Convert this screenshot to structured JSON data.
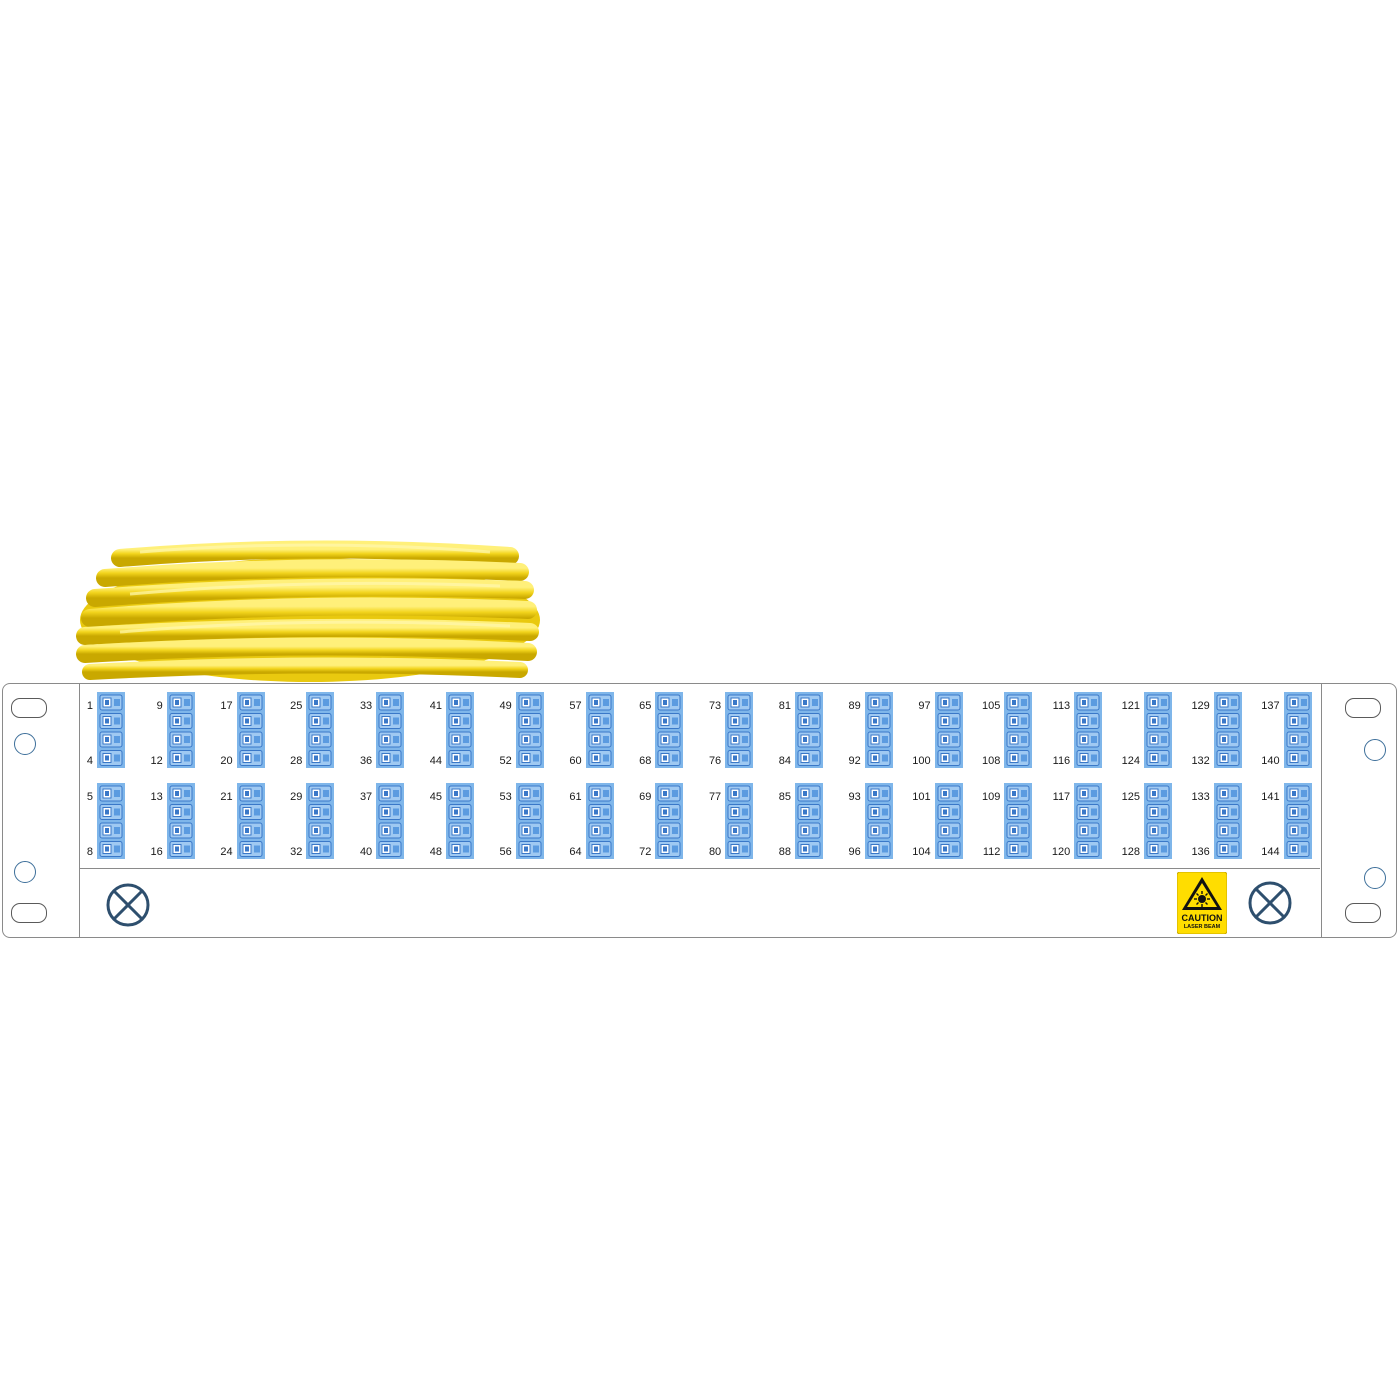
{
  "port_labels": {
    "top_row": [
      "1",
      "9",
      "17",
      "25",
      "33",
      "41",
      "49",
      "57",
      "65",
      "73",
      "81",
      "89",
      "97",
      "105",
      "113",
      "121",
      "129",
      "137"
    ],
    "top_row_end": [
      "4",
      "12",
      "20",
      "28",
      "36",
      "44",
      "52",
      "60",
      "68",
      "76",
      "84",
      "92",
      "100",
      "108",
      "116",
      "124",
      "132",
      "140"
    ],
    "bottom_row": [
      "5",
      "13",
      "21",
      "29",
      "37",
      "45",
      "53",
      "61",
      "69",
      "77",
      "85",
      "93",
      "101",
      "109",
      "117",
      "125",
      "133",
      "141"
    ],
    "bottom_row_end": [
      "8",
      "16",
      "24",
      "32",
      "40",
      "48",
      "56",
      "64",
      "72",
      "80",
      "88",
      "96",
      "104",
      "112",
      "120",
      "128",
      "136",
      "144"
    ]
  },
  "caution_sign": {
    "line1": "CAUTION",
    "line2": "LASER BEAM"
  },
  "colors": {
    "adapter": "#7fb6ea",
    "adapter_dark": "#3a78c8",
    "cable": "#f1d31a",
    "warning": "#ffdd00"
  },
  "icons": [
    "cable-coil-image",
    "screw-icon",
    "laser-warning-icon",
    "mounting-slot",
    "mounting-hole"
  ]
}
